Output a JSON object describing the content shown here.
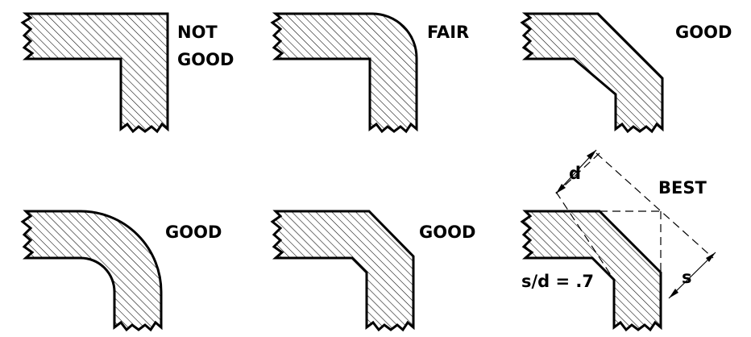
{
  "panels": [
    {
      "id": "square",
      "label_line1": "NOT",
      "label_line2": "GOOD"
    },
    {
      "id": "outer-round",
      "label": "FAIR"
    },
    {
      "id": "outer-chamfer",
      "label": "GOOD"
    },
    {
      "id": "both-round",
      "label": "GOOD"
    },
    {
      "id": "inner-chamfer",
      "label": "GOOD"
    },
    {
      "id": "both-chamfer",
      "label": "BEST",
      "dim_d": "d",
      "dim_s": "s",
      "ratio": "s/d = .7"
    }
  ]
}
